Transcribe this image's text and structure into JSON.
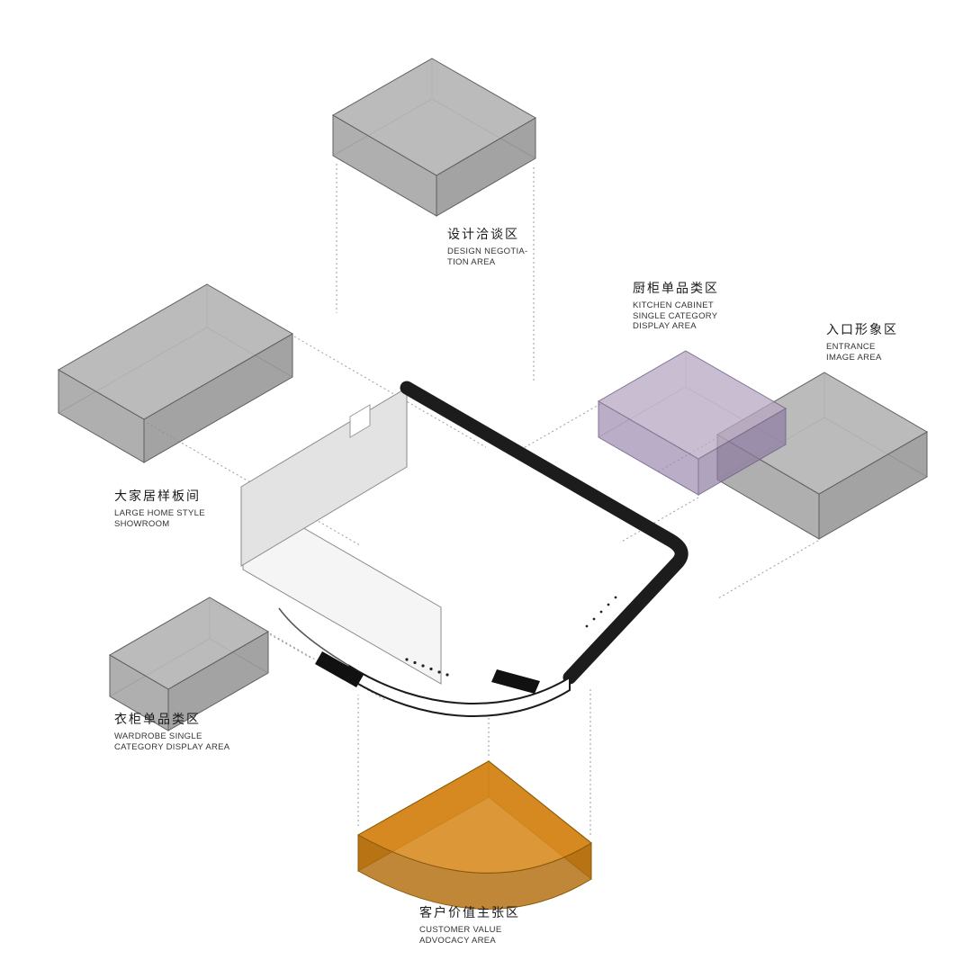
{
  "colors": {
    "gray_top": "#b2b2b2",
    "gray_left": "#9d9d9d",
    "gray_right": "#8f8f8f",
    "gray_stroke": "#5f5f5f",
    "purple_top": "#b7a6c2",
    "purple_left": "#9c89ae",
    "purple_right": "#8e7ba2",
    "purple_stroke": "#6e5e82",
    "orange_top": "#d6891c",
    "orange_side": "#c0760f",
    "orange_front": "#b26c0c",
    "orange_stroke": "#8a5907",
    "wall_black": "#1c1c1c",
    "wall_gray_face": "#e3e3e3",
    "wall_white_face": "#f5f5f5",
    "floor_white": "#ffffff",
    "leader": "#9b9b9b",
    "label_zh": "#1a1a1a",
    "label_en": "#333333"
  },
  "zones": [
    {
      "id": "design-negotiation",
      "zh": "设计洽谈区",
      "en_lines": [
        "DESIGN NEGOTIA-",
        "TION AREA"
      ]
    },
    {
      "id": "kitchen-cabinet",
      "zh": "厨柜单品类区",
      "en_lines": [
        "KITCHEN CABINET",
        "SINGLE CATEGORY",
        "DISPLAY AREA"
      ]
    },
    {
      "id": "entrance-image",
      "zh": "入口形象区",
      "en_lines": [
        "ENTRANCE",
        "IMAGE AREA"
      ]
    },
    {
      "id": "large-home-showroom",
      "zh": "大家居样板间",
      "en_lines": [
        "LARGE HOME STYLE",
        "SHOWROOM"
      ]
    },
    {
      "id": "wardrobe",
      "zh": "衣柜单品类区",
      "en_lines": [
        "WARDROBE SINGLE",
        "CATEGORY DISPLAY AREA"
      ]
    },
    {
      "id": "customer-value",
      "zh": "客户价值主张区",
      "en_lines": [
        "CUSTOMER VALUE",
        "ADVOCACY AREA"
      ]
    }
  ]
}
